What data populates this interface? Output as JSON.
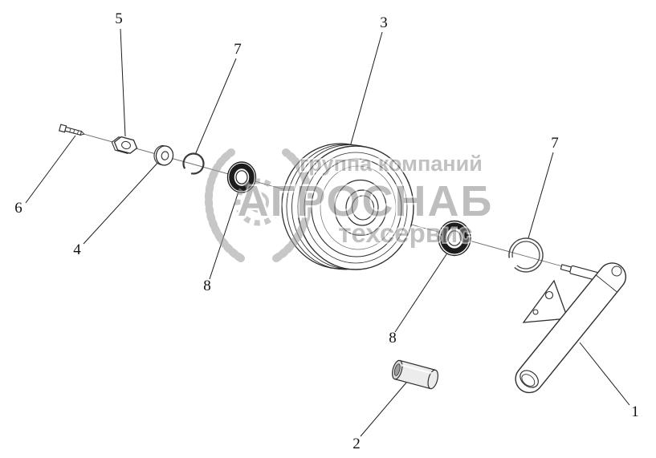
{
  "diagram": {
    "kind": "exploded-parts-drawing",
    "background": "#ffffff",
    "line_color": "#2f2f2f",
    "watermark_color": "#8f8f8f"
  },
  "labels": {
    "part5": "5",
    "part7_left": "7",
    "part3": "3",
    "part7_right": "7",
    "part6": "6",
    "part4": "4",
    "part8_left": "8",
    "part8_right": "8",
    "part1": "1",
    "part2": "2"
  },
  "watermark": {
    "line1": "группа компаний",
    "line2": "АГРОСНАБ",
    "line3": "техсервис"
  }
}
